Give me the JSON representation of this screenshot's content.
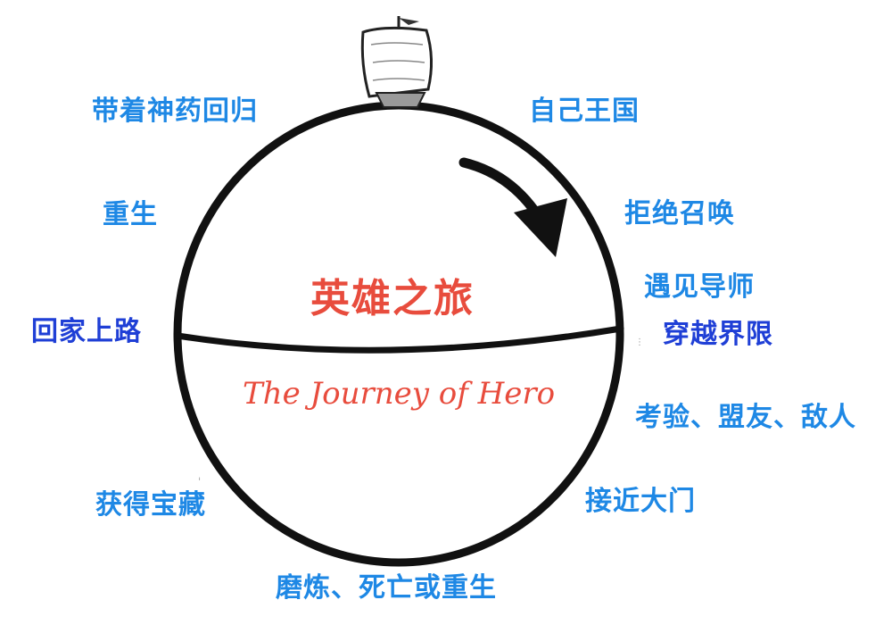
{
  "title": "英雄之旅",
  "subtitle": "The Journey of Hero",
  "stages": {
    "return_with_elixir": "带着神药回归",
    "ordinary_world": "自己王国",
    "resurrection": "重生",
    "refusal_of_call": "拒绝召唤",
    "meeting_mentor": "遇见导师",
    "road_back": "回家上路",
    "crossing_threshold": "穿越界限",
    "tests_allies_enemies": "考验、盟友、敌人",
    "reward": "获得宝藏",
    "approach": "接近大门",
    "ordeal": "磨炼、死亡或重生"
  },
  "colors": {
    "stage_text": "#1e88e5",
    "stage_text_dark": "#1f3fd6",
    "title_text": "#e84c3d",
    "line": "#111111"
  },
  "icons": [
    "ship-icon",
    "direction-arrow-icon"
  ]
}
